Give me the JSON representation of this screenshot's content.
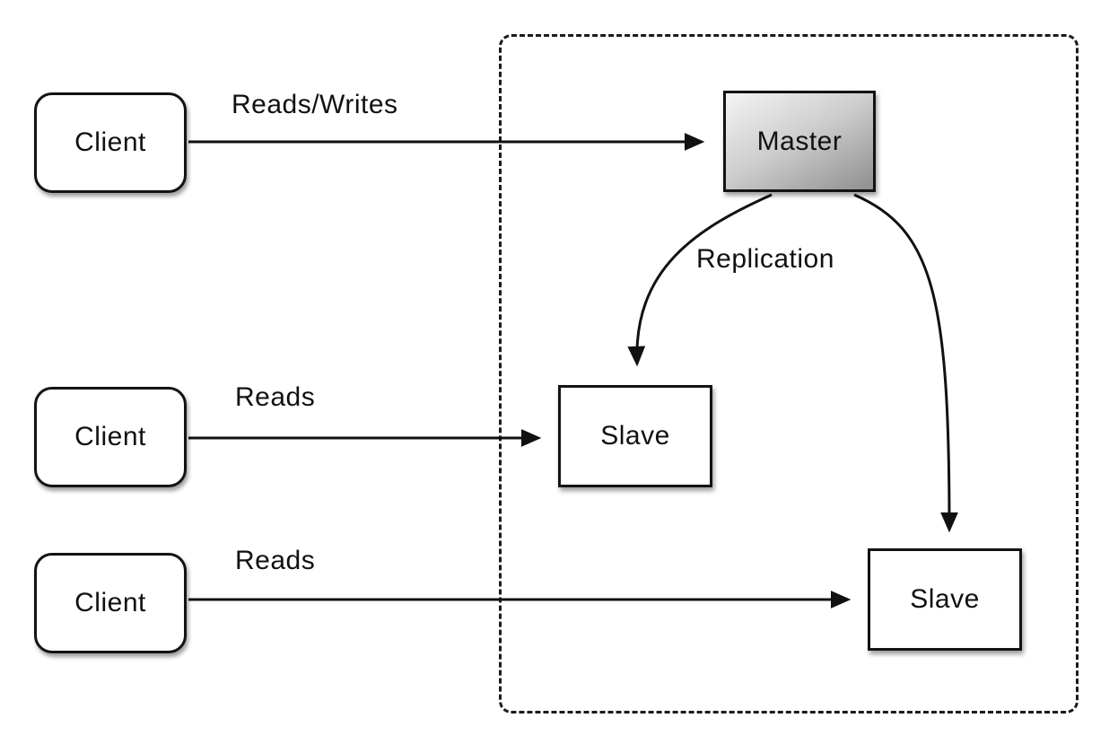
{
  "diagram": {
    "type": "master-slave-replication-architecture",
    "boundary": {
      "style": "dashed",
      "meaning": "replication-cluster"
    },
    "nodes": {
      "clients": [
        {
          "label": "Client"
        },
        {
          "label": "Client"
        },
        {
          "label": "Client"
        }
      ],
      "master": {
        "label": "Master"
      },
      "slaves": [
        {
          "label": "Slave"
        },
        {
          "label": "Slave"
        }
      ]
    },
    "edges": [
      {
        "from": "client-1",
        "to": "master",
        "label": "Reads/Writes",
        "style": "straight"
      },
      {
        "from": "client-2",
        "to": "slave-1",
        "label": "Reads",
        "style": "straight"
      },
      {
        "from": "client-3",
        "to": "slave-2",
        "label": "Reads",
        "style": "straight"
      },
      {
        "from": "master",
        "to": "slave-1",
        "label": "Replication",
        "style": "curved"
      },
      {
        "from": "master",
        "to": "slave-2",
        "label": "Replication",
        "style": "curved"
      }
    ],
    "edge_labels": {
      "reads_writes": "Reads/Writes",
      "reads_top": "Reads",
      "reads_bottom": "Reads",
      "replication": "Replication"
    },
    "colors": {
      "background": "#ffffff",
      "node_border": "#131313",
      "node_fill": "#ffffff",
      "master_fill_gradient_start": "#f4f4f4",
      "master_fill_gradient_end": "#8f8f8f",
      "arrow": "#111111",
      "text": "#111111"
    }
  }
}
